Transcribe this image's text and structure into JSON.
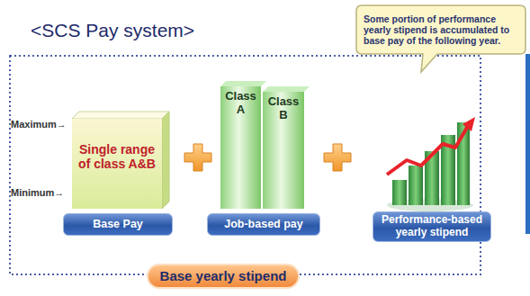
{
  "diagram": {
    "title": "<SCS Pay system>",
    "nodes": [
      {
        "text": [
          "Some portion of performance yearly stipend is accumulated to base pay of the following year."
        ]
      },
      {
        "text": [
          "Single range of class A&B"
        ]
      },
      {
        "text": [
          "Class A"
        ]
      },
      {
        "text": [
          "Class B"
        ]
      },
      {
        "text": [
          "Base Pay"
        ]
      },
      {
        "text": [
          "Job-based pay"
        ]
      },
      {
        "text": [
          "Performance-based yearly stipend"
        ]
      },
      {
        "text": [
          "Base yearly stipend"
        ]
      }
    ],
    "labels": [
      "Maximum→",
      "Minimum→"
    ]
  }
}
